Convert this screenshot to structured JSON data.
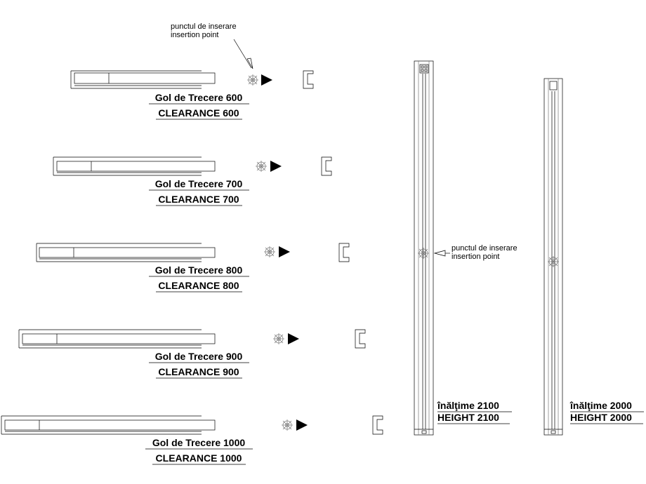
{
  "insertion_note": {
    "line1": "punctul de inserare",
    "line2": "insertion point"
  },
  "sections": [
    {
      "gol": "Gol de Trecere 600",
      "clearance": "CLEARANCE 600"
    },
    {
      "gol": "Gol de Trecere 700",
      "clearance": "CLEARANCE 700"
    },
    {
      "gol": "Gol de Trecere 800",
      "clearance": "CLEARANCE 800"
    },
    {
      "gol": "Gol de Trecere 900",
      "clearance": "CLEARANCE 900"
    },
    {
      "gol": "Gol de Trecere 1000",
      "clearance": "CLEARANCE 1000"
    }
  ],
  "elevations": [
    {
      "ro": "înălţime 2100",
      "en": "HEIGHT 2100"
    },
    {
      "ro": "înălţime 2000",
      "en": "HEIGHT 2000"
    }
  ]
}
